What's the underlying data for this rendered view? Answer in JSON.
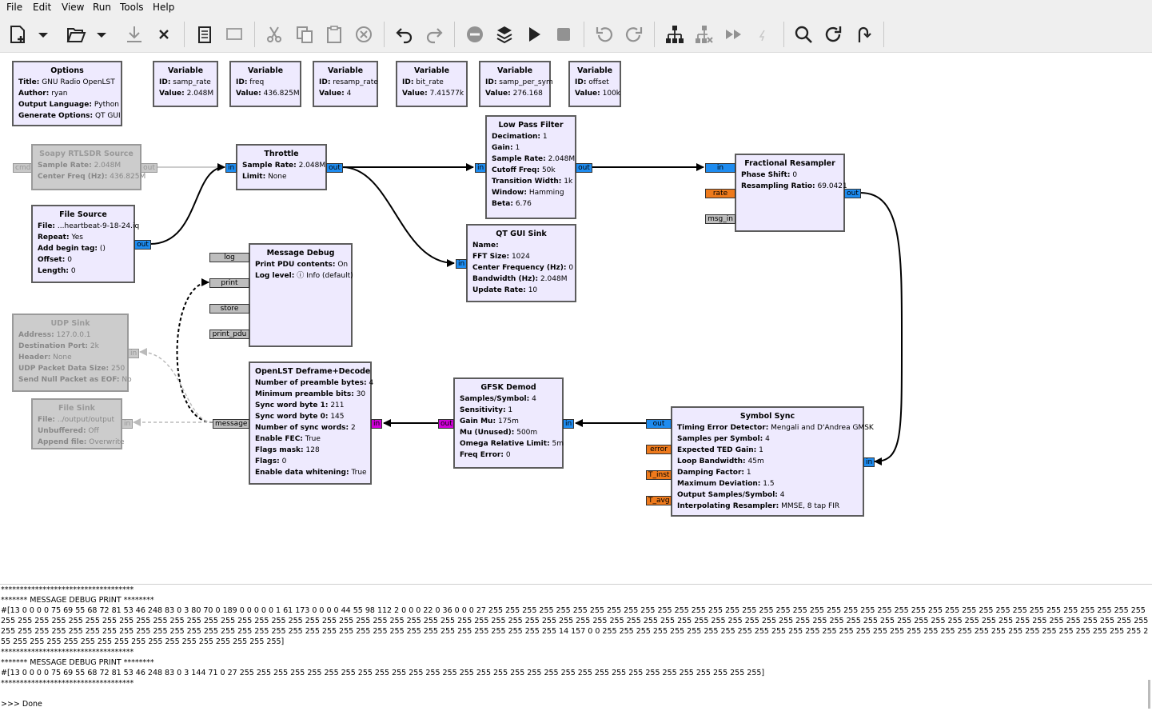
{
  "menu": [
    "File",
    "Edit",
    "View",
    "Run",
    "Tools",
    "Help"
  ],
  "toolbar": {
    "icons": [
      "new-icon",
      "new-dropdown-icon",
      "open-icon",
      "open-dropdown-icon",
      "save-icon",
      "close-icon",
      "report-icon",
      "screenshot-icon",
      "cut-icon",
      "copy-icon",
      "paste-icon",
      "delete-icon",
      "undo-icon",
      "redo-icon",
      "disable-icon",
      "bypass-icon",
      "run-icon",
      "stop-icon",
      "rotate-ccw-icon",
      "rotate-cw-icon",
      "create-hier-icon",
      "open-hier-icon",
      "skip-forward-icon",
      "lightning-icon",
      "search-icon",
      "reload-icon",
      "redo-arrow-icon"
    ]
  },
  "blocks": {
    "options": {
      "title": "Options",
      "params": [
        {
          "k": "Title:",
          "v": "GNU Radio OpenLST"
        },
        {
          "k": "Author:",
          "v": "ryan"
        },
        {
          "k": "Output Language:",
          "v": "Python"
        },
        {
          "k": "Generate Options:",
          "v": "QT GUI"
        }
      ]
    },
    "var_samp_rate": {
      "title": "Variable",
      "params": [
        {
          "k": "ID:",
          "v": "samp_rate"
        },
        {
          "k": "Value:",
          "v": "2.048M"
        }
      ]
    },
    "var_freq": {
      "title": "Variable",
      "params": [
        {
          "k": "ID:",
          "v": "freq"
        },
        {
          "k": "Value:",
          "v": "436.825M"
        }
      ]
    },
    "var_resamp_rate": {
      "title": "Variable",
      "params": [
        {
          "k": "ID:",
          "v": "resamp_rate"
        },
        {
          "k": "Value:",
          "v": "4"
        }
      ]
    },
    "var_bit_rate": {
      "title": "Variable",
      "params": [
        {
          "k": "ID:",
          "v": "bit_rate"
        },
        {
          "k": "Value:",
          "v": "7.41577k"
        }
      ]
    },
    "var_samp_per_sym": {
      "title": "Variable",
      "params": [
        {
          "k": "ID:",
          "v": "samp_per_sym"
        },
        {
          "k": "Value:",
          "v": "276.168"
        }
      ]
    },
    "var_offset": {
      "title": "Variable",
      "params": [
        {
          "k": "ID:",
          "v": "offset"
        },
        {
          "k": "Value:",
          "v": "100k"
        }
      ]
    },
    "soapy": {
      "title": "Soapy RTLSDR Source",
      "params": [
        {
          "k": "Sample Rate:",
          "v": "2.048M"
        },
        {
          "k": "Center Freq (Hz):",
          "v": "436.825M"
        }
      ],
      "ports": {
        "in": "cmd",
        "out": "out"
      }
    },
    "throttle": {
      "title": "Throttle",
      "params": [
        {
          "k": "Sample Rate:",
          "v": "2.048M"
        },
        {
          "k": "Limit:",
          "v": "None"
        }
      ],
      "ports": {
        "in": "in",
        "out": "out"
      }
    },
    "filesource": {
      "title": "File Source",
      "params": [
        {
          "k": "File:",
          "v": "...heartbeat-9-18-24.iq"
        },
        {
          "k": "Repeat:",
          "v": "Yes"
        },
        {
          "k": "Add begin tag:",
          "v": "()"
        },
        {
          "k": "Offset:",
          "v": "0"
        },
        {
          "k": "Length:",
          "v": "0"
        }
      ],
      "ports": {
        "out": "out"
      }
    },
    "lpf": {
      "title": "Low Pass Filter",
      "params": [
        {
          "k": "Decimation:",
          "v": "1"
        },
        {
          "k": "Gain:",
          "v": "1"
        },
        {
          "k": "Sample Rate:",
          "v": "2.048M"
        },
        {
          "k": "Cutoff Freq:",
          "v": "50k"
        },
        {
          "k": "Transition Width:",
          "v": "1k"
        },
        {
          "k": "Window:",
          "v": "Hamming"
        },
        {
          "k": "Beta:",
          "v": "6.76"
        }
      ],
      "ports": {
        "in": "in",
        "out": "out"
      }
    },
    "qtsink": {
      "title": "QT GUI Sink",
      "params": [
        {
          "k": "Name:",
          "v": ""
        },
        {
          "k": "FFT Size:",
          "v": "1024"
        },
        {
          "k": "Center Frequency (Hz):",
          "v": "0"
        },
        {
          "k": "Bandwidth (Hz):",
          "v": "2.048M"
        },
        {
          "k": "Update Rate:",
          "v": "10"
        }
      ],
      "ports": {
        "in": "in"
      }
    },
    "resampler": {
      "title": "Fractional Resampler",
      "params": [
        {
          "k": "Phase Shift:",
          "v": "0"
        },
        {
          "k": "Resampling Ratio:",
          "v": "69.0421"
        }
      ],
      "ports": {
        "in": "in",
        "rate": "rate",
        "msg_in": "msg_in",
        "out": "out"
      }
    },
    "msgdebug": {
      "title": "Message Debug",
      "params": [
        {
          "k": "Print PDU contents:",
          "v": "On"
        },
        {
          "k": "Log level:",
          "v": "ⓘ Info (default)"
        }
      ],
      "ports": {
        "log": "log",
        "print": "print",
        "store": "store",
        "print_pdu": "print_pdu"
      }
    },
    "udpsink": {
      "title": "UDP Sink",
      "params": [
        {
          "k": "Address:",
          "v": "127.0.0.1"
        },
        {
          "k": "Destination Port:",
          "v": "2k"
        },
        {
          "k": "Header:",
          "v": "None"
        },
        {
          "k": "UDP Packet Data Size:",
          "v": "250"
        },
        {
          "k": "Send Null Packet as EOF:",
          "v": "No"
        }
      ],
      "ports": {
        "in": "in"
      }
    },
    "filesink": {
      "title": "File Sink",
      "params": [
        {
          "k": "File:",
          "v": "../output/output"
        },
        {
          "k": "Unbuffered:",
          "v": "Off"
        },
        {
          "k": "Append file:",
          "v": "Overwrite"
        }
      ],
      "ports": {
        "in": "in"
      }
    },
    "openlst": {
      "title": "OpenLST Deframe+Decode",
      "params": [
        {
          "k": "Number of preamble bytes:",
          "v": "4"
        },
        {
          "k": "Minimum preamble bits:",
          "v": "30"
        },
        {
          "k": "Sync word byte 1:",
          "v": "211"
        },
        {
          "k": "Sync word byte 0:",
          "v": "145"
        },
        {
          "k": "Number of sync words:",
          "v": "2"
        },
        {
          "k": "Enable FEC:",
          "v": "True"
        },
        {
          "k": "Flags mask:",
          "v": "128"
        },
        {
          "k": "Flags:",
          "v": "0"
        },
        {
          "k": "Enable data whitening:",
          "v": "True"
        }
      ],
      "ports": {
        "message": "message",
        "in": "in"
      }
    },
    "gfsk": {
      "title": "GFSK Demod",
      "params": [
        {
          "k": "Samples/Symbol:",
          "v": "4"
        },
        {
          "k": "Sensitivity:",
          "v": "1"
        },
        {
          "k": "Gain Mu:",
          "v": "175m"
        },
        {
          "k": "Mu (Unused):",
          "v": "500m"
        },
        {
          "k": "Omega Relative Limit:",
          "v": "5m"
        },
        {
          "k": "Freq Error:",
          "v": "0"
        }
      ],
      "ports": {
        "out": "out",
        "in": "in"
      }
    },
    "symsync": {
      "title": "Symbol Sync",
      "params": [
        {
          "k": "Timing Error Detector:",
          "v": "Mengali and D'Andrea GMSK"
        },
        {
          "k": "Samples per Symbol:",
          "v": "4"
        },
        {
          "k": "Expected TED Gain:",
          "v": "1"
        },
        {
          "k": "Loop Bandwidth:",
          "v": "45m"
        },
        {
          "k": "Damping Factor:",
          "v": "1"
        },
        {
          "k": "Maximum Deviation:",
          "v": "1.5"
        },
        {
          "k": "Output Samples/Symbol:",
          "v": "4"
        },
        {
          "k": "Interpolating Resampler:",
          "v": "MMSE, 8 tap FIR"
        }
      ],
      "ports": {
        "out": "out",
        "error": "error",
        "T_inst": "T_inst",
        "T_avg": "T_avg",
        "in": "in"
      }
    }
  },
  "console": {
    "lines": [
      "***********************************",
      "******* MESSAGE DEBUG PRINT ********",
      "#[13 0 0 0 0 75 69 55 68 72 81 53 46 248 83 0 3 80 70 0 189 0 0 0 0 0 1 61 173 0 0 0 0 44 55 98 112 2 0 0 0 22 0 36 0 0 0 27 255 255 255 255 255 255 255 255 255 255 255 255 255 255 255 255 255 255 255 255 255 255 255 255 255 255 255 255 255 255 255 255 255 255 255 255 255 255 255 255 255 255 255 255 255 255 255 255 255 255 255 255 255 255 255 255 255 255 255 255 255 255 255 255 255 255 255 255 255 255 255 255 255 255 255 255 255 255 255 255 255 255 255 255 255 255 255 255 255 255 255 255 255 255 255 255 255 255 255 255 255 255 255 255 255 255 255 255 255 255 255 255 255 255 255 255 255 255 255 255 255 255 255 255 255 255 255 255 255 255 255 255 255 255 255 255 255 255 255 255 14 157 0 0 255 255 255 255 255 255 255 255 255 255 255 255 255 255 255 255 255 255 255 255 255 255 255 255 255 255 255 255 255 255 255 255 255 255 255 255 255 255 255 255 255 255 255 255 255 255 255 255 255]",
      "***********************************",
      "******* MESSAGE DEBUG PRINT ********",
      "#[13 0 0 0 0 75 69 55 68 72 81 53 46 248 83 0 3 144 71 0 27 255 255 255 255 255 255 255 255 255 255 255 255 255 255 255 255 255 255 255 255 255 255 255 255 255 255 255 255 255 255 255]",
      "***********************************",
      "",
      ">>> Done"
    ]
  },
  "colors": {
    "block_bg": "#eeeafe",
    "complex_port": "#1e8cf0",
    "float_port": "#ee7a1c",
    "msg_port": "#bdbdbd",
    "byte_port": "#d000d8",
    "disabled": "#cccccc"
  }
}
